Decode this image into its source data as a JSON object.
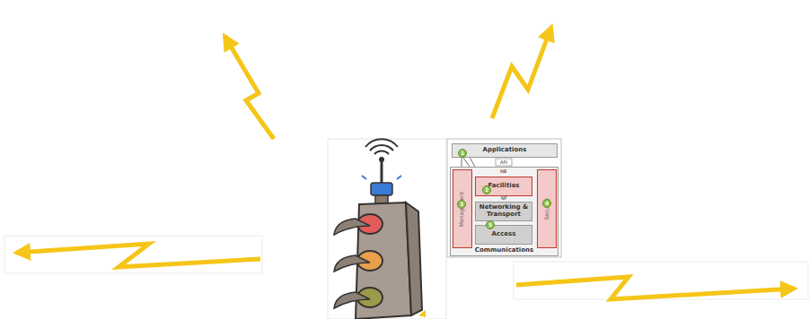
{
  "diagram": {
    "nodes": [
      {
        "text": [
          "Applications"
        ]
      },
      {
        "text": [
          "Communications"
        ]
      },
      {
        "text": [
          "Management"
        ],
        "in": 1
      },
      {
        "text": [
          "Facilities"
        ],
        "in": 1
      },
      {
        "text": [
          "Networking & Transport"
        ],
        "in": 1
      },
      {
        "text": [
          "Access"
        ],
        "in": 1
      },
      {
        "text": [
          "Security"
        ],
        "in": 1
      }
    ],
    "labels": [
      "API",
      "NB",
      "NF",
      "1",
      "2",
      "3",
      "4",
      "5"
    ]
  }
}
